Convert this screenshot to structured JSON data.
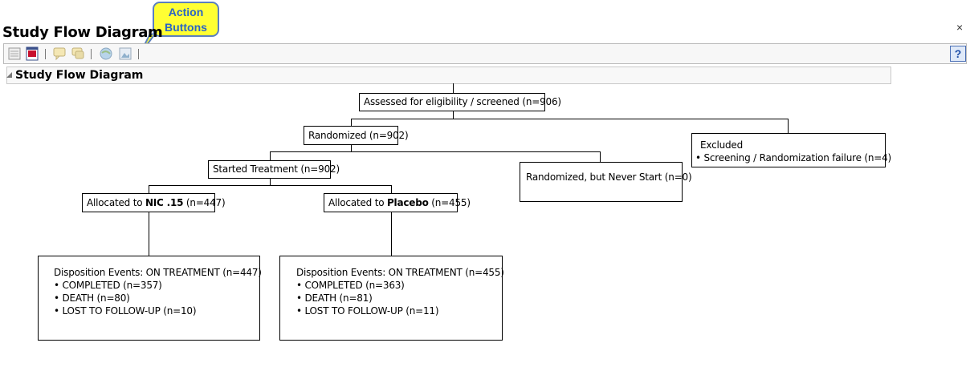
{
  "window": {
    "title": "Study Flow Diagram",
    "close_symbol": "×"
  },
  "callout": {
    "line1": "Action",
    "line2": "Buttons"
  },
  "toolbar": {
    "buttons": [
      "report-icon",
      "pdf-export-icon",
      "comment-icon",
      "comment-copy-icon",
      "globe-icon",
      "image-icon"
    ],
    "help_label": "?"
  },
  "outline": {
    "title": "Study Flow Diagram"
  },
  "diagram": {
    "assessed": "Assessed for eligibility / screened (n=906)",
    "randomized": "Randomized (n=902)",
    "excluded": {
      "title": "Excluded",
      "item": "• Screening / Randomization failure  (n=4)"
    },
    "started": "Started Treatment (n=902)",
    "never_start": "Randomized, but Never Start (n=0)",
    "arm1": {
      "prefix": "Allocated to ",
      "name": "NIC .15",
      "suffix": " (n=447)",
      "disposition": {
        "title": "Disposition Events: ON TREATMENT (n=447)",
        "items": [
          "• COMPLETED (n=357)",
          "• DEATH (n=80)",
          "• LOST TO FOLLOW-UP (n=10)"
        ]
      }
    },
    "arm2": {
      "prefix": "Allocated to ",
      "name": "Placebo",
      "suffix": " (n=455)",
      "disposition": {
        "title": "Disposition Events: ON TREATMENT (n=455)",
        "items": [
          "• COMPLETED (n=363)",
          "• DEATH (n=81)",
          "• LOST TO FOLLOW-UP (n=11)"
        ]
      }
    }
  }
}
